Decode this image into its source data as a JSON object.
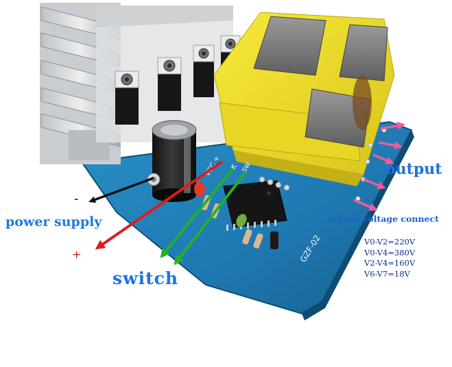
{
  "labels": {
    "power_supply": "power supply",
    "switch": "switch",
    "output": "output",
    "output_connect": "output voltage connect",
    "minus": "-",
    "plus": "+"
  },
  "voltage_table": [
    "V0-V2=220V",
    "V0-V4=380V",
    "V2-V4=160V",
    "V6-V7=18V"
  ],
  "silkscreen": {
    "vcc": "VCC +",
    "k": "K",
    "sw": "SW",
    "board_id": "GZF-02"
  },
  "colors": {
    "board": "#1e7fb6",
    "transformer": "#f2e32a",
    "heatsink": "#d8dadc",
    "arrow_black": "#111111",
    "arrow_red": "#e21a1a",
    "arrow_green": "#22b02a",
    "arrow_pink": "#f05a9a",
    "label_blue": "#1a73e8"
  }
}
